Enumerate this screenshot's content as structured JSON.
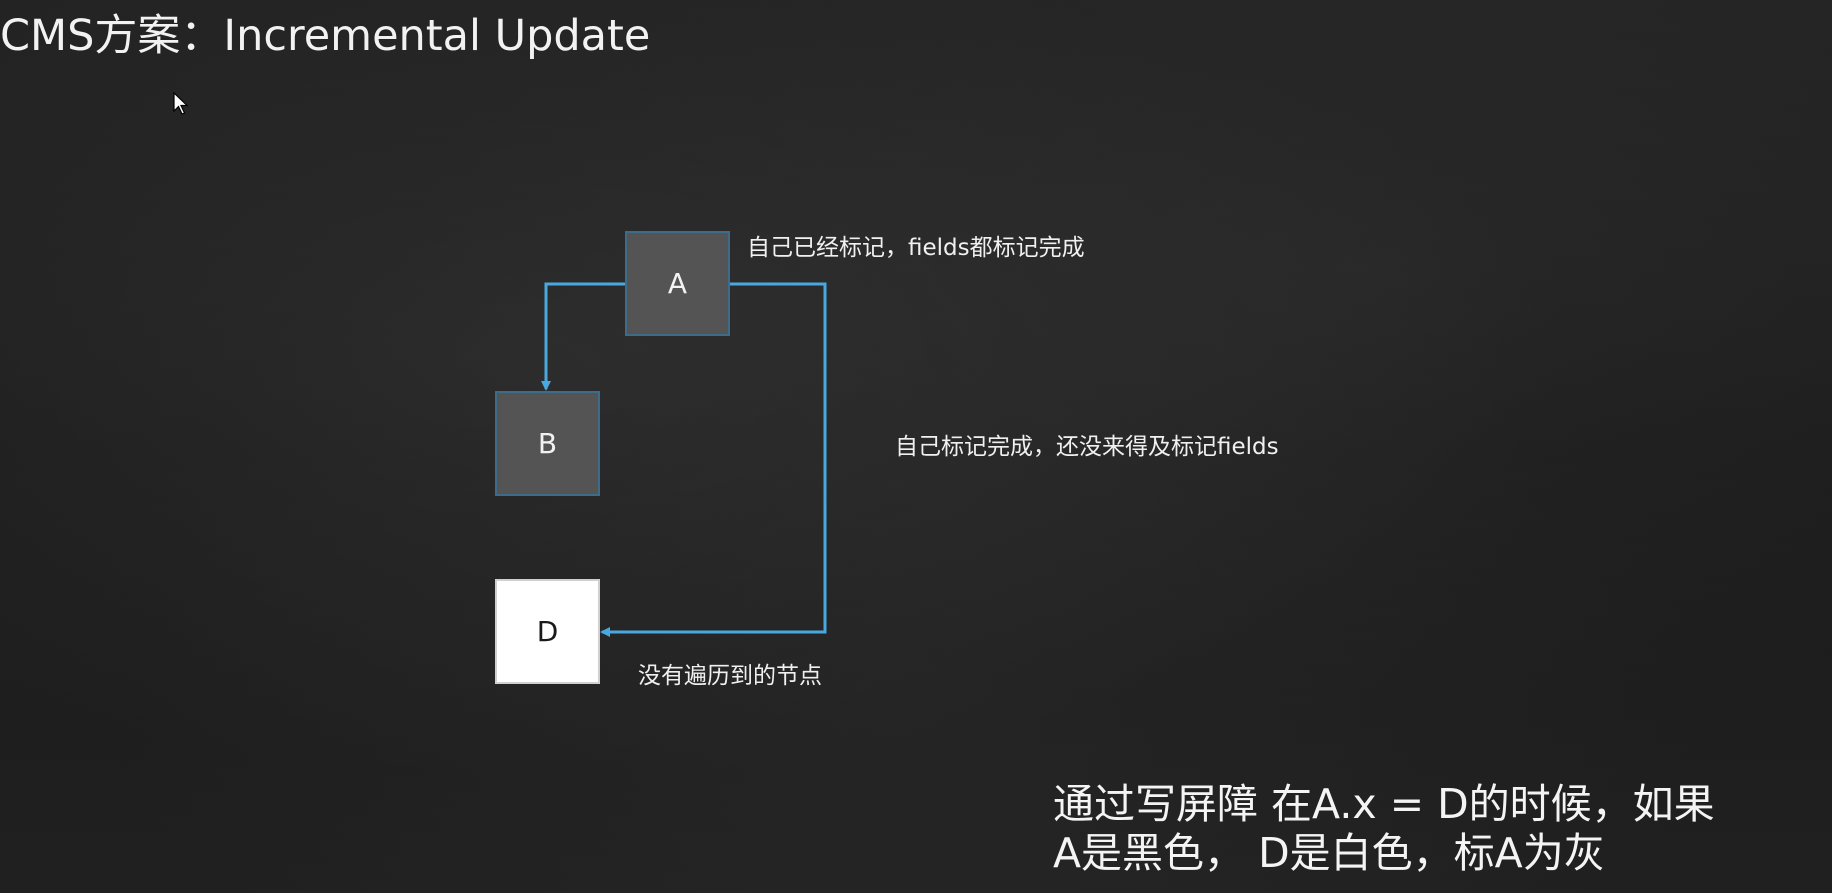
{
  "title": "CMS方案：Incremental Update",
  "nodes": {
    "a": "A",
    "b": "B",
    "d": "D"
  },
  "notes": {
    "a": "自己已经标记，fields都标记完成",
    "b": "自己标记完成，还没来得及标记fields",
    "d": "没有遍历到的节点"
  },
  "explanation": {
    "line1": "通过写屏障 在A.x = D的时候，如果",
    "line2": "A是黑色， D是白色，标A为灰"
  },
  "colors": {
    "arrow": "#4aa8e0",
    "gray_node": "#545454",
    "white_node": "#ffffff"
  },
  "icons": {
    "cursor": "cursor-icon"
  }
}
